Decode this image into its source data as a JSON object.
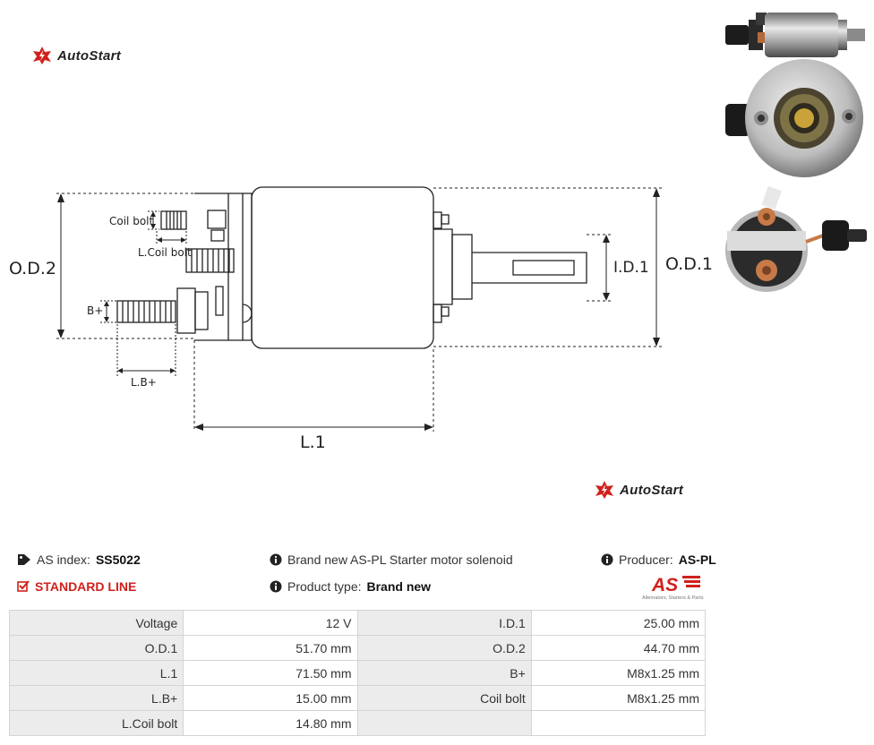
{
  "brand": {
    "logo_top": "AutoStart",
    "logo_bottom": "AutoStart"
  },
  "drawing_labels": {
    "coil_bolt": "Coil bolt",
    "l_coil_bolt": "L.Coil bolt",
    "bplus": "B+",
    "l_bplus": "L.B+",
    "od2": "O.D.2",
    "od1": "O.D.1",
    "id1": "I.D.1",
    "l1": "L.1"
  },
  "info": {
    "as_index_label": "AS index:",
    "as_index_value": "SS5022",
    "standard_line": "STANDARD LINE",
    "description": "Brand new AS-PL Starter motor solenoid",
    "product_type_label": "Product type:",
    "product_type_value": "Brand new",
    "producer_label": "Producer:",
    "producer_value": "AS-PL",
    "producer_logo": "AS",
    "producer_tagline": "Alternators, Starters & Parts"
  },
  "params": [
    {
      "l1": "Voltage",
      "v1": "12 V",
      "l2": "I.D.1",
      "v2": "25.00 mm"
    },
    {
      "l1": "O.D.1",
      "v1": "51.70 mm",
      "l2": "O.D.2",
      "v2": "44.70 mm"
    },
    {
      "l1": "L.1",
      "v1": "71.50 mm",
      "l2": "B+",
      "v2": "M8x1.25 mm"
    },
    {
      "l1": "L.B+",
      "v1": "15.00 mm",
      "l2": "Coil bolt",
      "v2": "M8x1.25 mm"
    },
    {
      "l1": "L.Coil bolt",
      "v1": "14.80 mm",
      "l2": "",
      "v2": ""
    }
  ],
  "colors": {
    "accent_red": "#d0211c",
    "table_label_bg": "#ececec",
    "table_border": "#d4d4d4"
  },
  "icons": [
    "autostart-logo-icon",
    "tag-icon",
    "checkbox-icon",
    "info-icon"
  ]
}
